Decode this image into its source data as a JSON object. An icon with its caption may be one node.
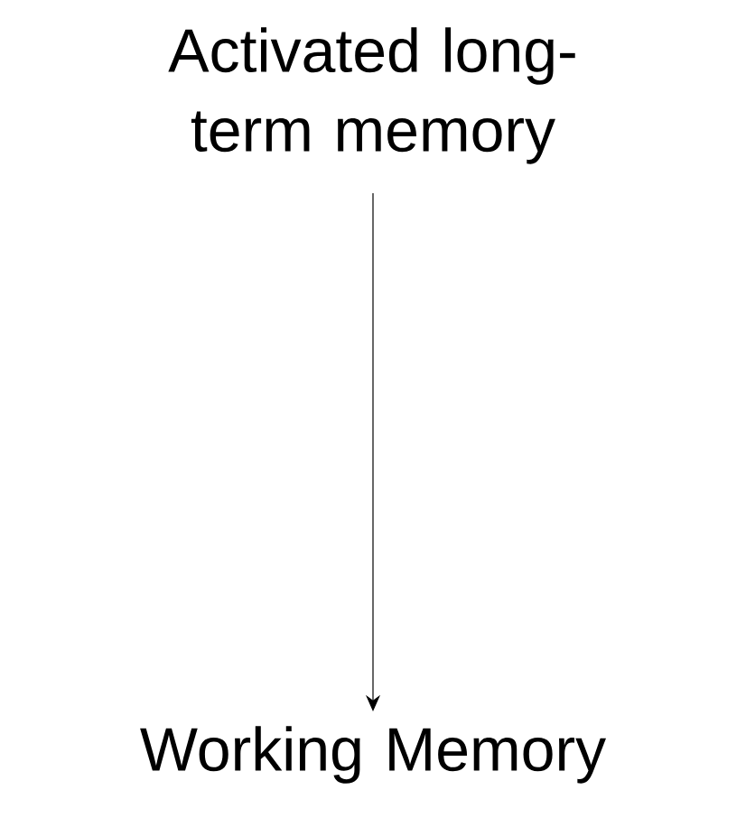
{
  "diagram": {
    "nodes": [
      {
        "text": [
          "Activated long-term memory"
        ]
      },
      {
        "text": [
          "Working Memory"
        ]
      }
    ],
    "edges": [
      {
        "from": 0,
        "to": 1,
        "arrow": "to"
      }
    ]
  }
}
